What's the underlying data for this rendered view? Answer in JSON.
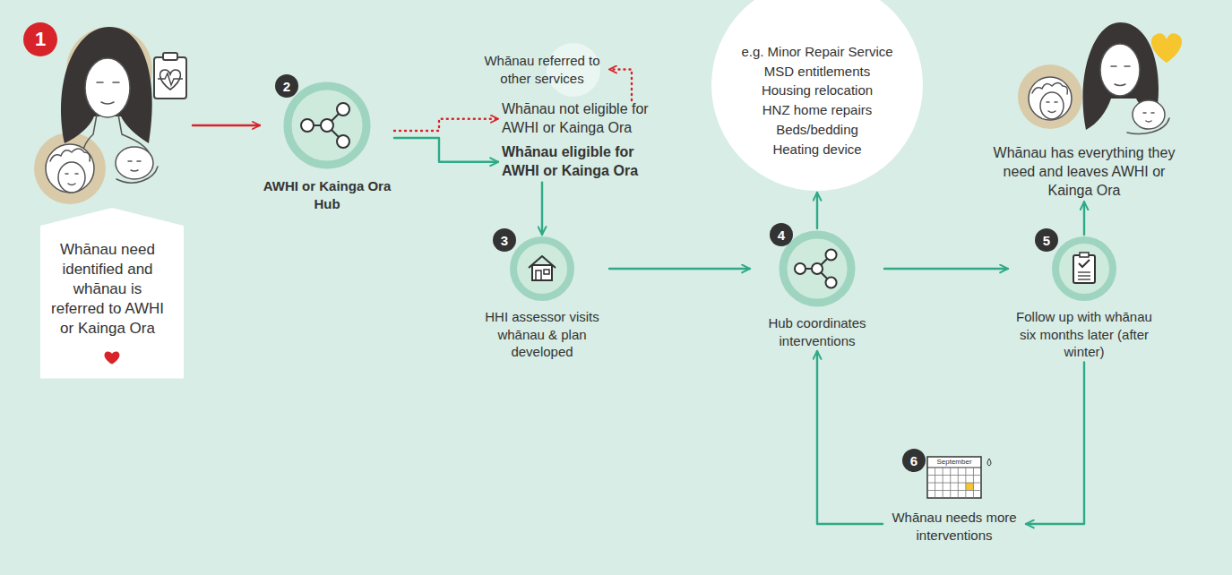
{
  "diagram": {
    "nodes": [
      {
        "text": [
          "Whānau need identified and whānau is referred to AWHI or Kainga Ora"
        ]
      },
      {
        "text": [
          "AWHI or Kainga Ora Hub"
        ]
      },
      {
        "text": [
          "Whānau not eligible for AWHI or Kainga Ora"
        ]
      },
      {
        "text": [
          "Whānau referred to other services"
        ]
      },
      {
        "text": [
          "Whānau eligible for AWHI or Kainga Ora"
        ]
      },
      {
        "text": [
          "HHI assessor visits whānau & plan developed"
        ]
      },
      {
        "text": [
          "Hub coordinates interventions"
        ]
      },
      {
        "text": [
          "e.g. Minor Repair Service",
          "MSD entitlements",
          "Housing relocation",
          "HNZ home repairs",
          "Beds/bedding",
          "Heating device"
        ]
      },
      {
        "text": [
          "Follow up with whānau six months later (after winter)"
        ]
      },
      {
        "text": [
          "Whānau has everything they need and leaves AWHI or Kainga Ora"
        ]
      },
      {
        "text": [
          "Whānau needs more interventions"
        ]
      }
    ],
    "edges": [
      {
        "from": 0,
        "to": 1,
        "arrow": "to"
      },
      {
        "from": 1,
        "to": 2,
        "arrow": "to"
      },
      {
        "from": 2,
        "to": 3,
        "arrow": "to"
      },
      {
        "from": 1,
        "to": 4,
        "arrow": "to"
      },
      {
        "from": 4,
        "to": 5,
        "arrow": "to"
      },
      {
        "from": 5,
        "to": 6,
        "arrow": "to"
      },
      {
        "from": 6,
        "to": 7,
        "arrow": "to"
      },
      {
        "from": 6,
        "to": 8,
        "arrow": "to"
      },
      {
        "from": 8,
        "to": 9,
        "arrow": "to"
      },
      {
        "from": 8,
        "to": 10,
        "arrow": "to"
      },
      {
        "from": 10,
        "to": 6,
        "arrow": "to"
      }
    ],
    "labels": [
      "1",
      "2",
      "3",
      "4",
      "5",
      "6",
      "September"
    ]
  }
}
